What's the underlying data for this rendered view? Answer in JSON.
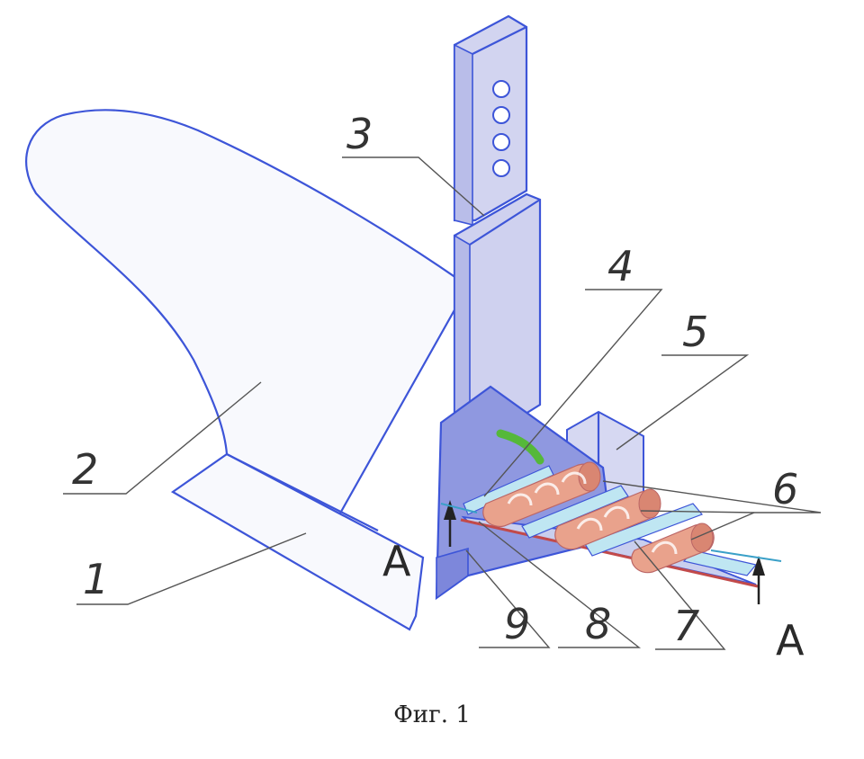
{
  "labels": {
    "part_1": "1",
    "part_2": "2",
    "part_3": "3",
    "part_4": "4",
    "part_5": "5",
    "part_6": "6",
    "part_7": "7",
    "part_8": "8",
    "part_9": "9"
  },
  "section_mark": "A",
  "caption": "Фиг. 1",
  "colors": {
    "outline": "#3d55d8",
    "face_light": "#f7f8fc",
    "face_shade": "#c9ccec",
    "face_dark": "#8f98e0",
    "roller": "#e9a28c",
    "shaft": "#bfe6f2",
    "tube": "#55b83a",
    "plate_line": "#c24a4a"
  }
}
